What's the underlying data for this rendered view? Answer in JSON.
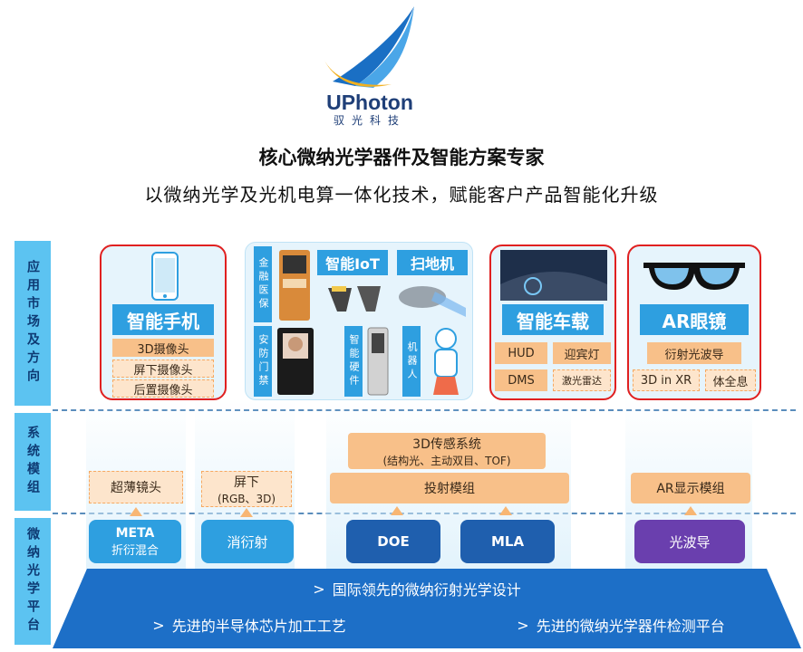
{
  "logo": {
    "name": "UPhoton",
    "subtitle": "驭光科技",
    "colors": {
      "blue": "#1a6fc4",
      "yellow": "#f2b01e",
      "navy": "#1f3f78"
    }
  },
  "headline": "核心微纳光学器件及智能方案专家",
  "subheadline": "以微纳光学及光机电算一体化技术，赋能客户产品智能化升级",
  "side_labels": {
    "app": "应用市场及方向",
    "sys": "系统模组",
    "platform": "微纳光学平台"
  },
  "apps": {
    "phone": {
      "title": "智能手机",
      "items": [
        "3D摄像头",
        "屏下摄像头",
        "后置摄像头"
      ]
    },
    "iot": {
      "title": "智能IoT",
      "sweeper": "扫地机",
      "tags": [
        "金融医保",
        "安防门禁",
        "智能硬件",
        "机器人"
      ]
    },
    "car": {
      "title": "智能车载",
      "items": [
        "HUD",
        "迎宾灯",
        "DMS",
        "激光雷达"
      ]
    },
    "ar": {
      "title": "AR眼镜",
      "items": [
        "衍射光波导",
        "3D in XR",
        "体全息"
      ]
    }
  },
  "modules": {
    "thin_lens": "超薄镜头",
    "under_screen": "屏下",
    "under_screen_sub": "(RGB、3D)",
    "sensing": "3D传感系统",
    "sensing_sub": "(结构光、主动双目、TOF)",
    "projection": "投射模组",
    "ar_display": "AR显示模组"
  },
  "chips": [
    {
      "line1": "META",
      "line2": "折衍混合",
      "color": "#2e9fe0"
    },
    {
      "line1": "消衍射",
      "line2": "",
      "color": "#2e9fe0"
    },
    {
      "line1": "DOE",
      "line2": "",
      "color": "#1f5fae"
    },
    {
      "line1": "MLA",
      "line2": "",
      "color": "#1f5fae"
    },
    {
      "line1": "光波导",
      "line2": "",
      "color": "#6a3fae"
    }
  ],
  "platform": {
    "line1": "国际领先的微纳衍射光学设计",
    "line2": "先进的半导体芯片加工工艺",
    "line3": "先进的微纳光学器件检测平台",
    "color": "#1d6fc7"
  }
}
